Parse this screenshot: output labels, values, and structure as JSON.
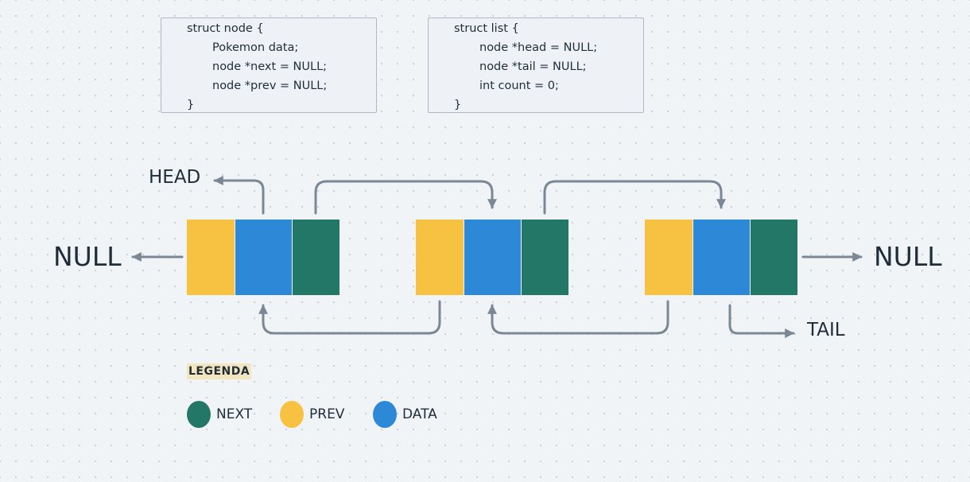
{
  "code_boxes": [
    {
      "lines": [
        {
          "text": "struct node {",
          "indent": 0
        },
        {
          "text": "Pokemon data;",
          "indent": 1
        },
        {
          "text": "node *next = NULL;",
          "indent": 1
        },
        {
          "text": "node *prev = NULL;",
          "indent": 1
        },
        {
          "text": "}",
          "indent": 0
        }
      ]
    },
    {
      "lines": [
        {
          "text": "struct list {",
          "indent": 0
        },
        {
          "text": "node *head = NULL;",
          "indent": 1
        },
        {
          "text": "node *tail = NULL;",
          "indent": 1
        },
        {
          "text": "int count = 0;",
          "indent": 1
        },
        {
          "text": "}",
          "indent": 0
        }
      ]
    }
  ],
  "labels": {
    "head": "HEAD",
    "tail": "TAIL",
    "null_left": "NULL",
    "null_right": "NULL"
  },
  "legend": {
    "title": "LEGENDA",
    "items": [
      {
        "label": "NEXT",
        "color": "#227766"
      },
      {
        "label": "PREV",
        "color": "#f7c242"
      },
      {
        "label": "DATA",
        "color": "#2e88d8"
      }
    ]
  },
  "colors": {
    "prev": "#f7c242",
    "data": "#2e88d8",
    "next": "#227766",
    "arrow": "#7a8794"
  }
}
